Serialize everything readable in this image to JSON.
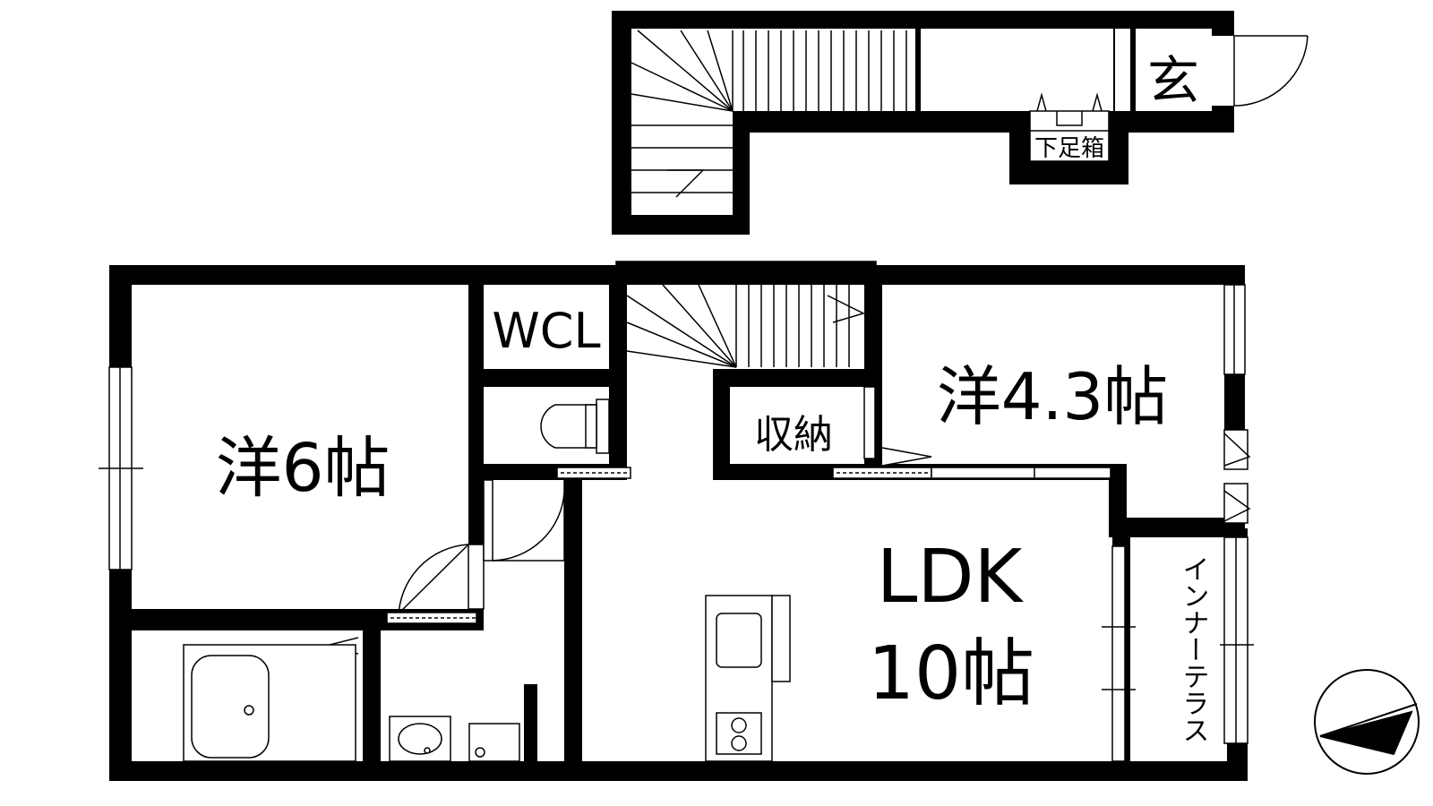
{
  "rooms": {
    "entrance": "玄",
    "shoe_box": "下足箱",
    "wcl": "WCL",
    "western_left": "洋6帖",
    "western_right": "洋4.3帖",
    "storage": "収納",
    "ldk_name": "LDK",
    "ldk_size": "10帖",
    "inner_terrace": "インナーテラス"
  },
  "colors": {
    "wall": "#000000",
    "background": "#ffffff"
  }
}
